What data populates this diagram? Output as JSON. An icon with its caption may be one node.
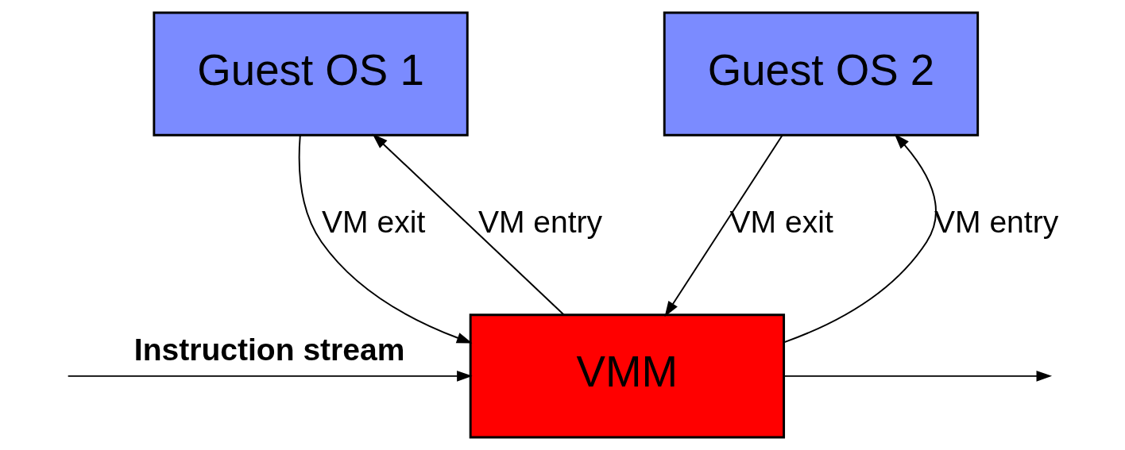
{
  "diagram": {
    "nodes": [
      {
        "text": [
          "Guest OS 1"
        ]
      },
      {
        "text": [
          "Guest OS 2"
        ]
      },
      {
        "text": [
          "VMM"
        ]
      }
    ],
    "edges": [
      {
        "from": 2,
        "to": 0,
        "arrow": "to",
        "label": "VM entry"
      },
      {
        "from": 0,
        "to": 2,
        "arrow": "to",
        "label": "VM exit"
      },
      {
        "from": 2,
        "to": 1,
        "arrow": "to",
        "label": "VM entry"
      },
      {
        "from": 1,
        "to": 2,
        "arrow": "to",
        "label": "VM exit"
      },
      {
        "from": null,
        "to": 2,
        "arrow": "to",
        "label": "Instruction stream"
      },
      {
        "from": 2,
        "to": null,
        "arrow": "to"
      }
    ]
  }
}
